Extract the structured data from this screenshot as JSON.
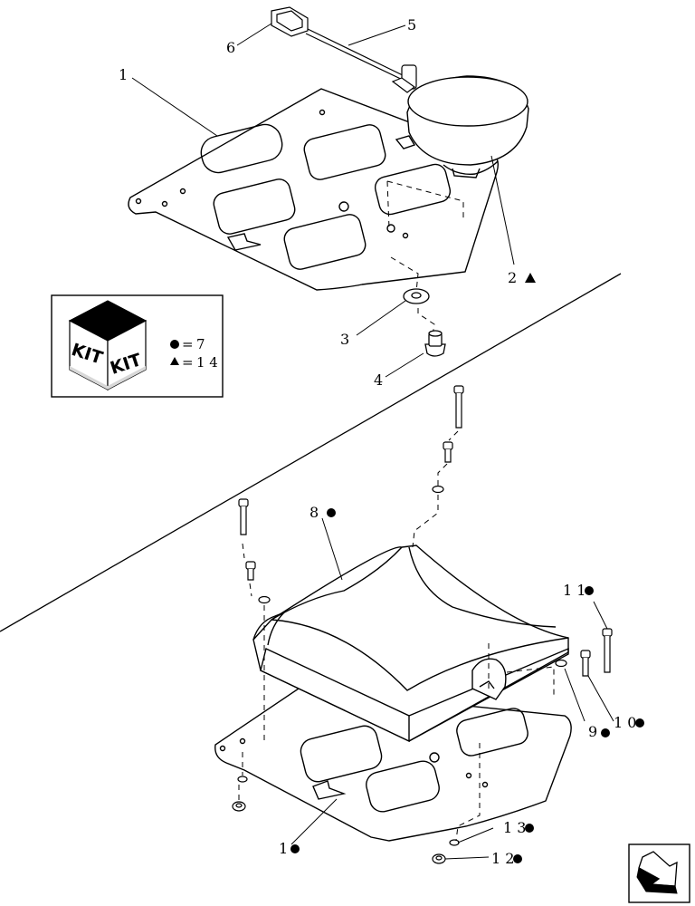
{
  "callouts": {
    "c1_top": "1",
    "c2": "2",
    "c3": "3",
    "c4": "4",
    "c5": "5",
    "c6": "6",
    "c8": "8",
    "c9": "9",
    "c10": "1 0",
    "c11": "1 1",
    "c12": "1 2",
    "c13": "1 3",
    "c1_bottom": "1"
  },
  "kit_legend": {
    "box_label_left": "KIT",
    "box_label_right": "KIT",
    "circle_value": "7",
    "triangle_value": "1 4"
  },
  "colors": {
    "line": "#000000",
    "background": "#ffffff",
    "kit_top": "#000000",
    "kit_side": "#d8d8d8"
  },
  "icons": {
    "nav": "arrow-exit-icon",
    "circle_marker": "filled-circle-icon",
    "triangle_marker": "filled-triangle-icon"
  }
}
